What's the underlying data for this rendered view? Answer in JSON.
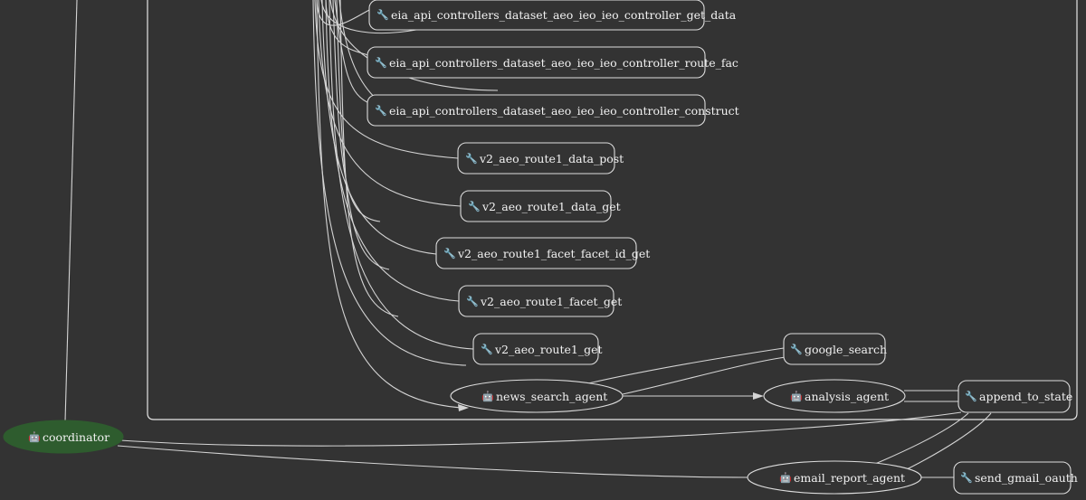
{
  "graph": {
    "icons": {
      "tool": "wrench-icon",
      "agent": "robot-icon"
    },
    "colors": {
      "background": "#333333",
      "edge": "#d4d4d4",
      "root_fill": "#2e5c2e",
      "text": "#f2f2f2"
    },
    "nodes": {
      "coordinator": {
        "label": "coordinator",
        "kind": "agent",
        "root": true
      },
      "news_search_agent": {
        "label": "news_search_agent",
        "kind": "agent"
      },
      "analysis_agent": {
        "label": "analysis_agent",
        "kind": "agent"
      },
      "email_report_agent": {
        "label": "email_report_agent",
        "kind": "agent"
      },
      "tool_get_data": {
        "label": "eia_api_controllers_dataset_aeo_ieo_ieo_controller_get_data",
        "kind": "tool"
      },
      "tool_route_fac": {
        "label": "eia_api_controllers_dataset_aeo_ieo_ieo_controller_route_fac",
        "kind": "tool"
      },
      "tool_construct": {
        "label": "eia_api_controllers_dataset_aeo_ieo_ieo_controller_construct",
        "kind": "tool"
      },
      "tool_data_post": {
        "label": "v2_aeo_route1_data_post",
        "kind": "tool"
      },
      "tool_data_get": {
        "label": "v2_aeo_route1_data_get",
        "kind": "tool"
      },
      "tool_facet_id_get": {
        "label": "v2_aeo_route1_facet_facet_id_get",
        "kind": "tool"
      },
      "tool_facet_get": {
        "label": "v2_aeo_route1_facet_get",
        "kind": "tool"
      },
      "tool_route1_get": {
        "label": "v2_aeo_route1_get",
        "kind": "tool"
      },
      "google_search": {
        "label": "google_search",
        "kind": "tool"
      },
      "append_to_state": {
        "label": "append_to_state",
        "kind": "tool"
      },
      "send_gmail_oauth": {
        "label": "send_gmail_oauth",
        "kind": "tool"
      }
    }
  }
}
